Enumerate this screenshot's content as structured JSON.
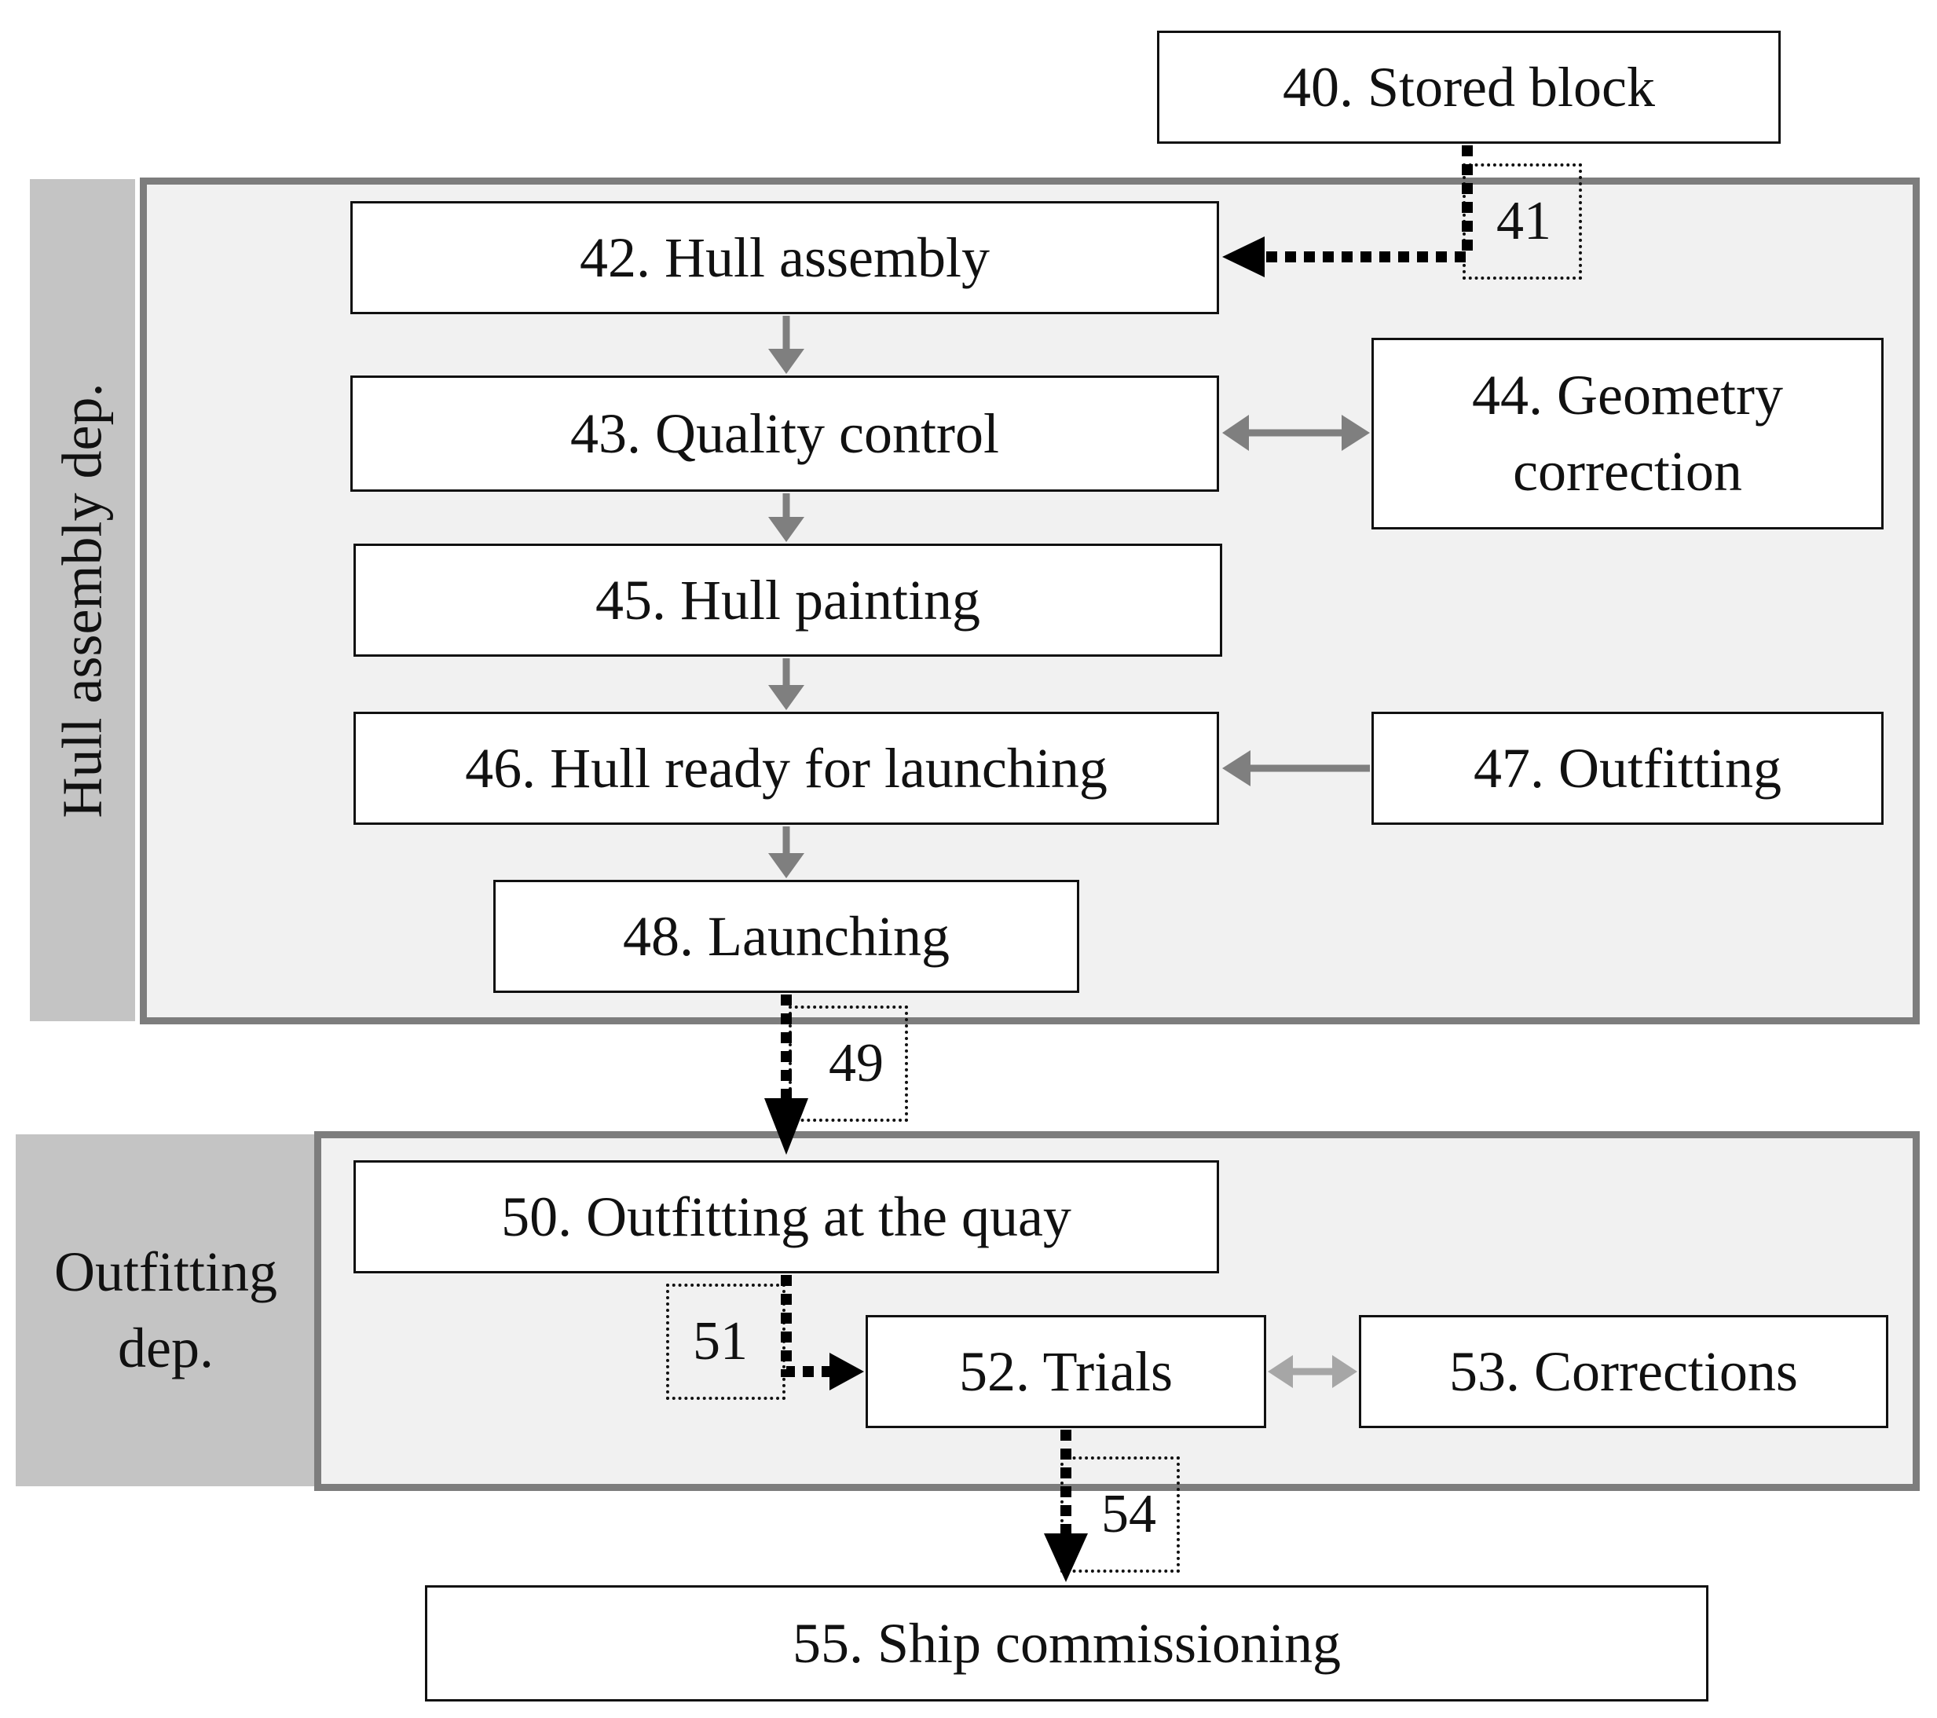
{
  "departments": {
    "hull": {
      "label": "Hull assembly dep."
    },
    "outfitting": {
      "label_line1": "Outfitting",
      "label_line2": "dep."
    }
  },
  "nodes": {
    "n40": "40. Stored block",
    "n42": "42. Hull assembly",
    "n43": "43. Quality control",
    "n44_line1": "44. Geometry",
    "n44_line2": "correction",
    "n45": "45. Hull painting",
    "n46": "46. Hull ready for launching",
    "n47": "47. Outfitting",
    "n48": "48. Launching",
    "n50": "50. Outfitting at the quay",
    "n52": "52. Trials",
    "n53": "53. Corrections",
    "n55": "55. Ship commissioning"
  },
  "transfers": {
    "t41": "41",
    "t49": "49",
    "t51": "51",
    "t54": "54"
  },
  "colors": {
    "internal_arrow": "#7f7f7f",
    "transfer_arrow": "#000000",
    "department_fill": "#f1f1f1",
    "department_border": "#7d7d7d",
    "side_label_fill": "#c4c4c4"
  }
}
